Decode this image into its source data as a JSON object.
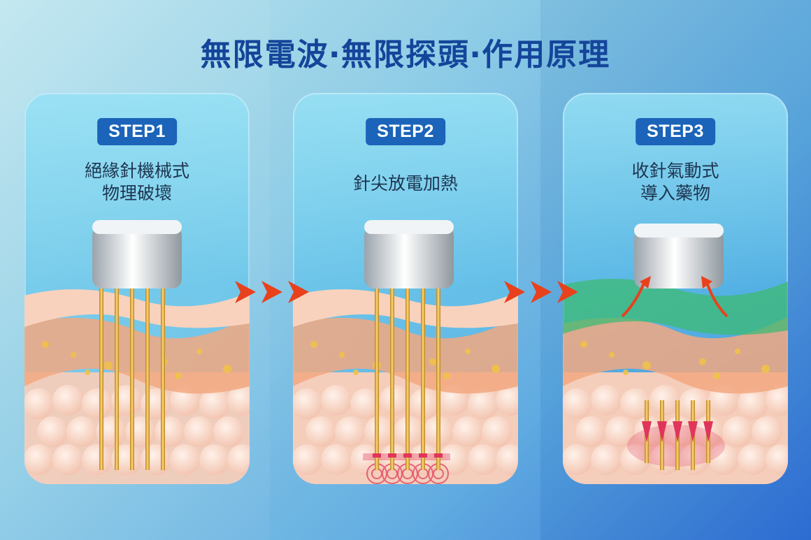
{
  "title": "無限電波‧無限探頭‧作用原理",
  "steps": [
    {
      "badge": "STEP1",
      "line1": "絕緣針機械式",
      "line2": "物理破壞"
    },
    {
      "badge": "STEP2",
      "line1": "針尖放電加熱",
      "line2": ""
    },
    {
      "badge": "STEP3",
      "line1": "收針氣動式",
      "line2": "導入藥物"
    }
  ],
  "colors": {
    "title": "#14459a",
    "badge": "#1b64b9",
    "arrow": "#e8411c",
    "needle": "#d9a531",
    "drug": "#3dbb73",
    "heat": "#e0355a"
  }
}
